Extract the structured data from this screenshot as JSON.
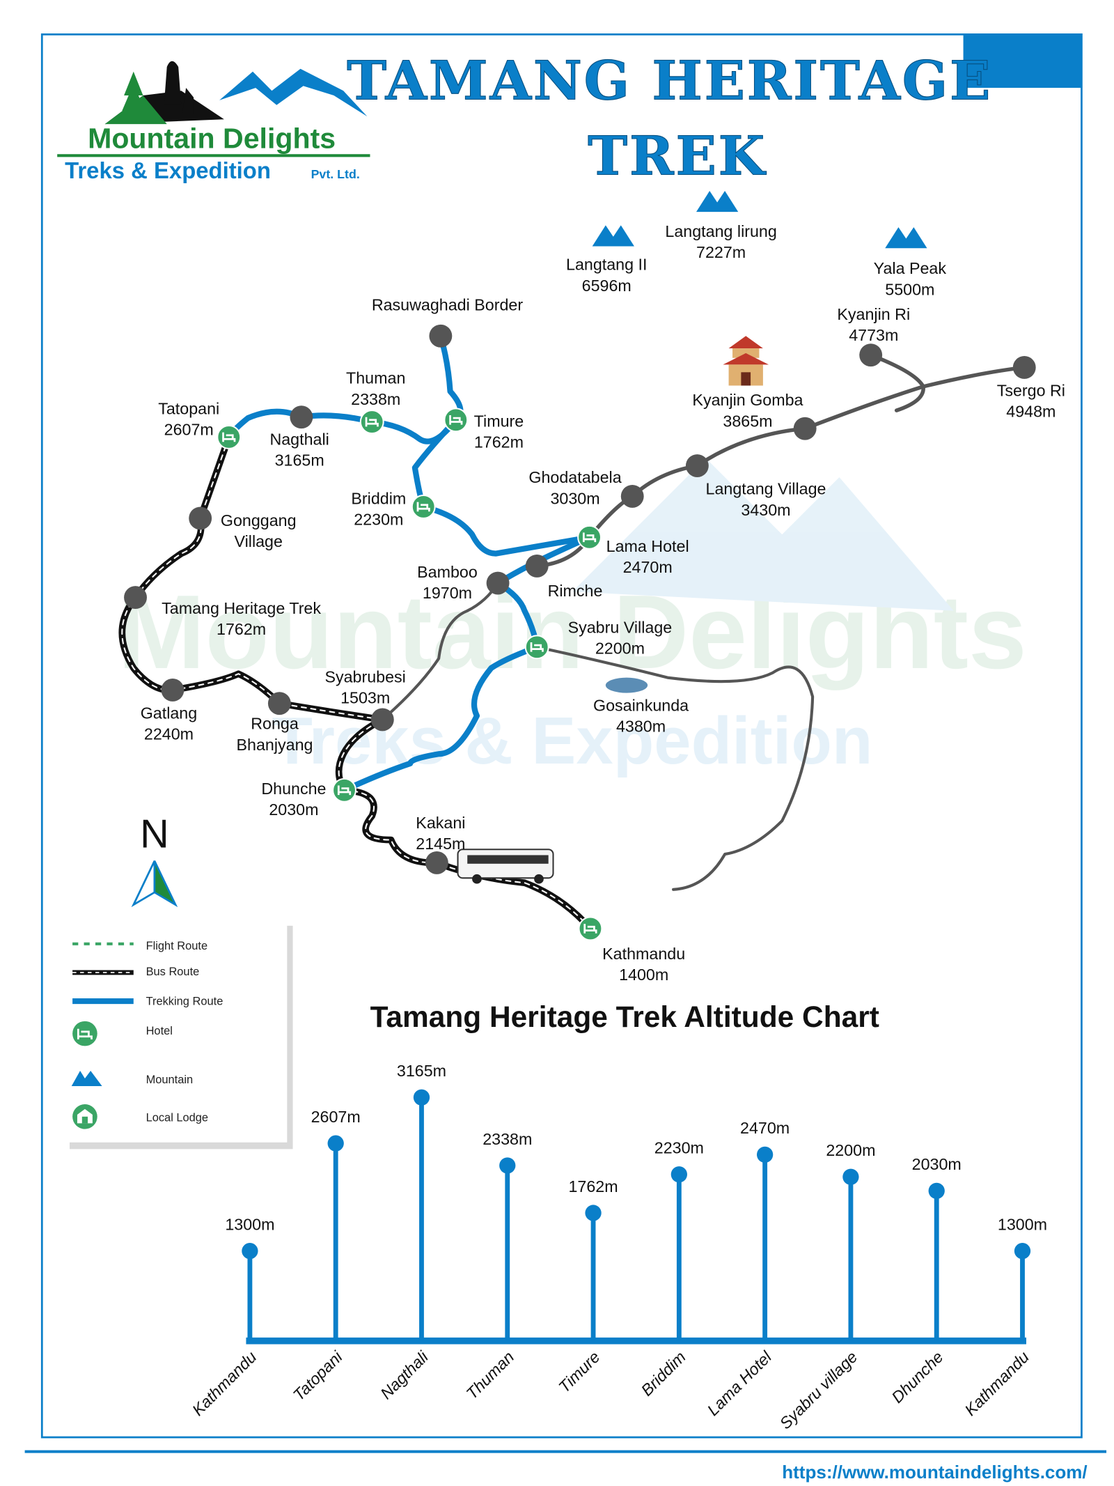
{
  "title": {
    "line1": "TAMANG HERITAGE",
    "line2": "TREK"
  },
  "logo": {
    "name": "Mountain Delights",
    "sub": "Treks & Expedition",
    "suffix": "Pvt. Ltd."
  },
  "colors": {
    "accent": "#0a7fc9",
    "hotel": "#3aa565",
    "route_gray": "#555555",
    "logo_green": "#1f8a3a"
  },
  "mountains": [
    {
      "name": "Langtang II",
      "alt": "6596m"
    },
    {
      "name": "Langtang lirung",
      "alt": "7227m"
    },
    {
      "name": "Yala Peak",
      "alt": "5500m"
    }
  ],
  "places": [
    {
      "name": "Rasuwaghadi Border",
      "alt": "",
      "type": "stop"
    },
    {
      "name": "Thuman",
      "alt": "2338m",
      "type": "hotel"
    },
    {
      "name": "Timure",
      "alt": "1762m",
      "type": "hotel"
    },
    {
      "name": "Tatopani",
      "alt": "2607m",
      "type": "hotel"
    },
    {
      "name": "Nagthali",
      "alt": "3165m",
      "type": "stop"
    },
    {
      "name": "Briddim",
      "alt": "2230m",
      "type": "hotel"
    },
    {
      "name": "Gonggang",
      "alt": "Village",
      "type": "stop"
    },
    {
      "name": "Tamang Heritage Trek",
      "alt": "1762m",
      "type": "stop"
    },
    {
      "name": "Bamboo",
      "alt": "1970m",
      "type": "stop"
    },
    {
      "name": "Rimche",
      "alt": "",
      "type": "stop"
    },
    {
      "name": "Lama Hotel",
      "alt": "2470m",
      "type": "hotel"
    },
    {
      "name": "Ghodatabela",
      "alt": "3030m",
      "type": "stop"
    },
    {
      "name": "Langtang Village",
      "alt": "3430m",
      "type": "stop"
    },
    {
      "name": "Kyanjin Gomba",
      "alt": "3865m",
      "type": "stop"
    },
    {
      "name": "Kyanjin Ri",
      "alt": "4773m",
      "type": "stop"
    },
    {
      "name": "Tsergo Ri",
      "alt": "4948m",
      "type": "stop"
    },
    {
      "name": "Syabru Village",
      "alt": "2200m",
      "type": "hotel"
    },
    {
      "name": "Gosainkunda",
      "alt": "4380m",
      "type": "lake"
    },
    {
      "name": "Syabrubesi",
      "alt": "1503m",
      "type": "stop"
    },
    {
      "name": "Gatlang",
      "alt": "2240m",
      "type": "stop"
    },
    {
      "name": "Ronga",
      "alt": "Bhanjyang",
      "type": "stop"
    },
    {
      "name": "Dhunche",
      "alt": "2030m",
      "type": "hotel"
    },
    {
      "name": "Kakani",
      "alt": "2145m",
      "type": "stop"
    },
    {
      "name": "Kathmandu",
      "alt": "1400m",
      "type": "hotel"
    }
  ],
  "compass": "N",
  "legend": [
    {
      "label": "Flight Route",
      "icon": "flight-route-line"
    },
    {
      "label": "Bus Route",
      "icon": "bus-route-line"
    },
    {
      "label": "Trekking Route",
      "icon": "trekking-route-line"
    },
    {
      "label": "Hotel",
      "icon": "hotel-icon"
    },
    {
      "label": "Mountain",
      "icon": "mountain-icon"
    },
    {
      "label": "Local Lodge",
      "icon": "lodge-icon"
    }
  ],
  "chart_data": {
    "type": "bar",
    "title": "Tamang Heritage Trek  Altitude Chart",
    "categories": [
      "Kathmandu",
      "Tatopani",
      "Nagthali",
      "Thuman",
      "Timure",
      "Briddim",
      "Lama Hotel",
      "Syabru village",
      "Dhunche",
      "Kathmandu"
    ],
    "values": [
      1300,
      2607,
      3165,
      2338,
      1762,
      2230,
      2470,
      2200,
      2030,
      1300
    ],
    "labels": [
      "1300m",
      "2607m",
      "3165m",
      "2338m",
      "1762m",
      "2230m",
      "2470m",
      "2200m",
      "2030m",
      "1300m"
    ],
    "unit": "m"
  },
  "footer": {
    "url": "https://www.mountaindelights.com/"
  }
}
